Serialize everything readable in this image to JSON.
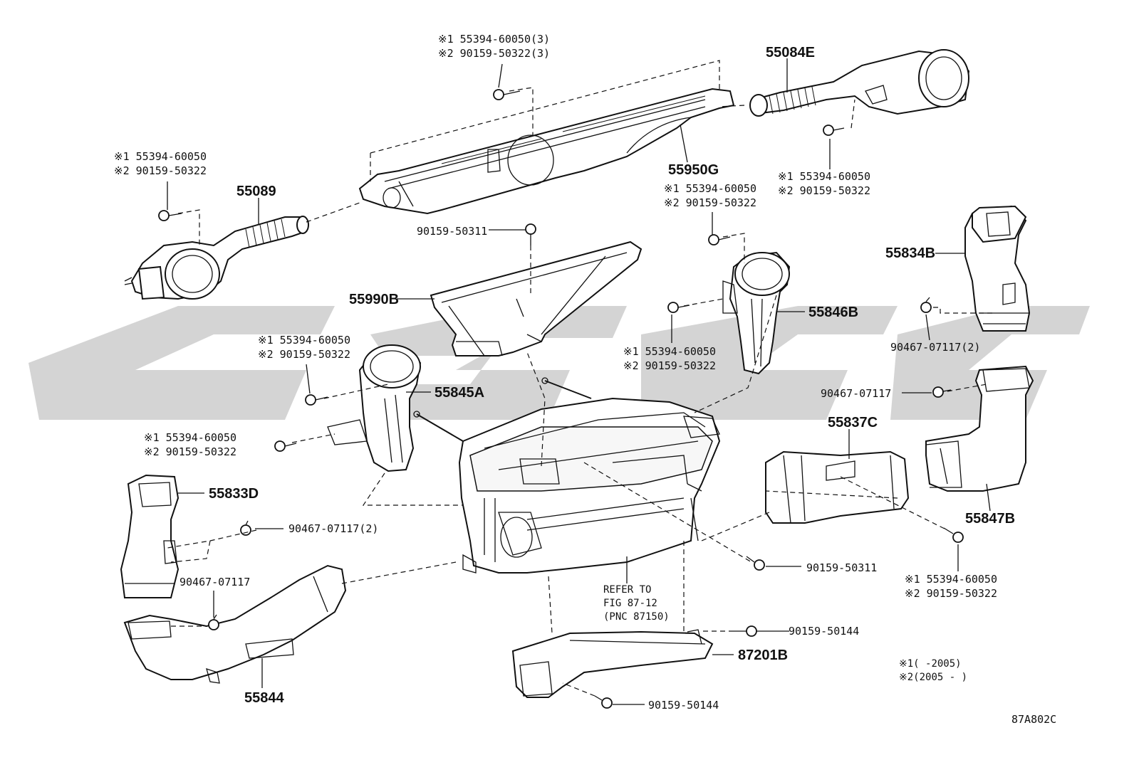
{
  "diagram_code": "87A802C",
  "note_lines": [
    "※1(      -2005)",
    "※2(2005 -      )"
  ],
  "refer_note": [
    "REFER TO",
    "FIG 87-12",
    "(PNC 87150)"
  ],
  "callouts": {
    "top_center_1": "※1 55394-60050(3)",
    "top_center_2": "※2 90159-50322(3)",
    "left_1": "※1 55394-60050",
    "left_2": "※2 90159-50322",
    "right_top_1": "※1 55394-60050",
    "right_top_2": "※2 90159-50322",
    "mid_right_1": "※1 55394-60050",
    "mid_right_2": "※2 90159-50322",
    "mid_left_1": "※1 55394-60050",
    "mid_left_2": "※2 90159-50322",
    "mid_846_1": "※1 55394-60050",
    "mid_846_2": "※2 90159-50322",
    "low_left_1": "※1 55394-60050",
    "low_left_2": "※2 90159-50322",
    "low_right_1": "※1 55394-60050",
    "low_right_2": "※2 90159-50322"
  },
  "parts": {
    "p55084E": "55084E",
    "p55950G": "55950G",
    "p55089": "55089",
    "p55990B": "55990B",
    "p55834B": "55834B",
    "p55846B": "55846B",
    "p55845A": "55845A",
    "p55837C": "55837C",
    "p55833D": "55833D",
    "p55847B": "55847B",
    "p55844": "55844",
    "p87201B": "87201B"
  },
  "fasteners": {
    "f90159_50311_top": "90159-50311",
    "f90467_07117_2_right": "90467-07117(2)",
    "f90467_07117_right": "90467-07117",
    "f90467_07117_2_left": "90467-07117(2)",
    "f90467_07117_left": "90467-07117",
    "f90159_50311_bottom": "90159-50311",
    "f90159_50144_right": "90159-50144",
    "f90159_50144_bottom": "90159-50144"
  }
}
